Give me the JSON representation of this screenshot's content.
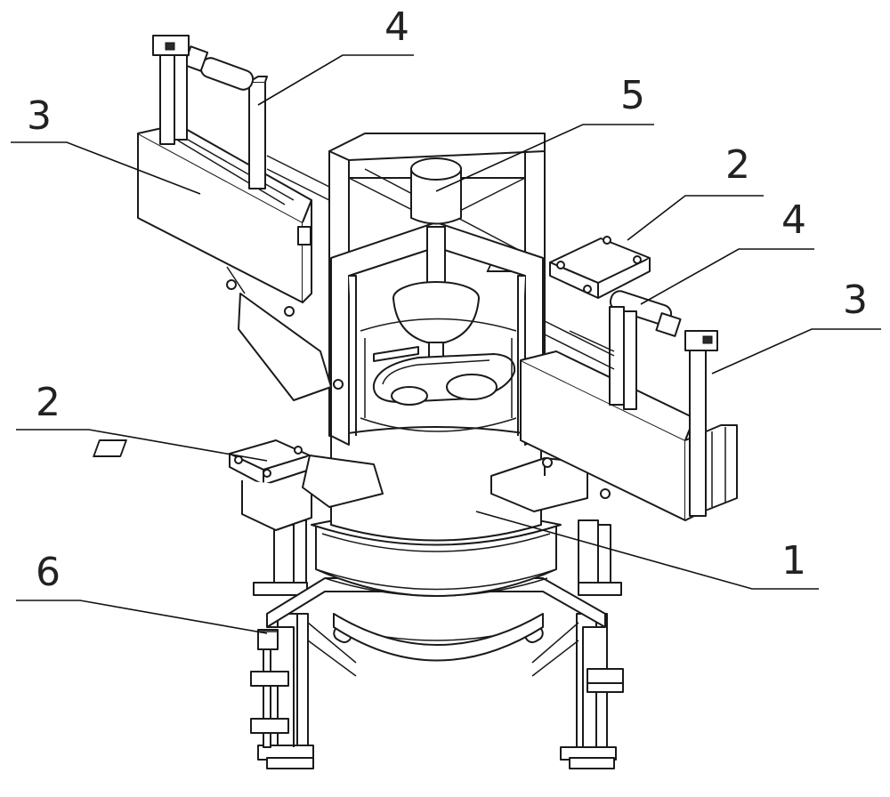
{
  "labels": [
    {
      "id": "label-1",
      "text": "1"
    },
    {
      "id": "label-2-right",
      "text": "2"
    },
    {
      "id": "label-2-left",
      "text": "2"
    },
    {
      "id": "label-3-left",
      "text": "3"
    },
    {
      "id": "label-3-right",
      "text": "3"
    },
    {
      "id": "label-4-top",
      "text": "4"
    },
    {
      "id": "label-4-right",
      "text": "4"
    },
    {
      "id": "label-5",
      "text": "5"
    },
    {
      "id": "label-6",
      "text": "6"
    }
  ]
}
